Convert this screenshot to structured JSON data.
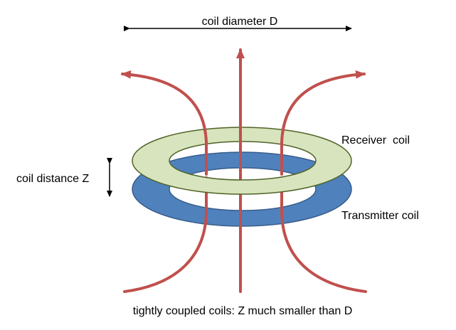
{
  "labels": {
    "diameter": "coil diameter D",
    "distance": "coil distance Z",
    "receiver": "Receiver  coil",
    "transmitter": "Transmitter coil",
    "caption": "tightly coupled coils: Z much smaller than D"
  },
  "colors": {
    "field_line": "#c0504d",
    "receiver_fill": "#d7e4bd",
    "receiver_stroke": "#4f6228",
    "transmitter_fill": "#4f81bd",
    "transmitter_stroke": "#385d8a",
    "arrow": "#000000"
  }
}
